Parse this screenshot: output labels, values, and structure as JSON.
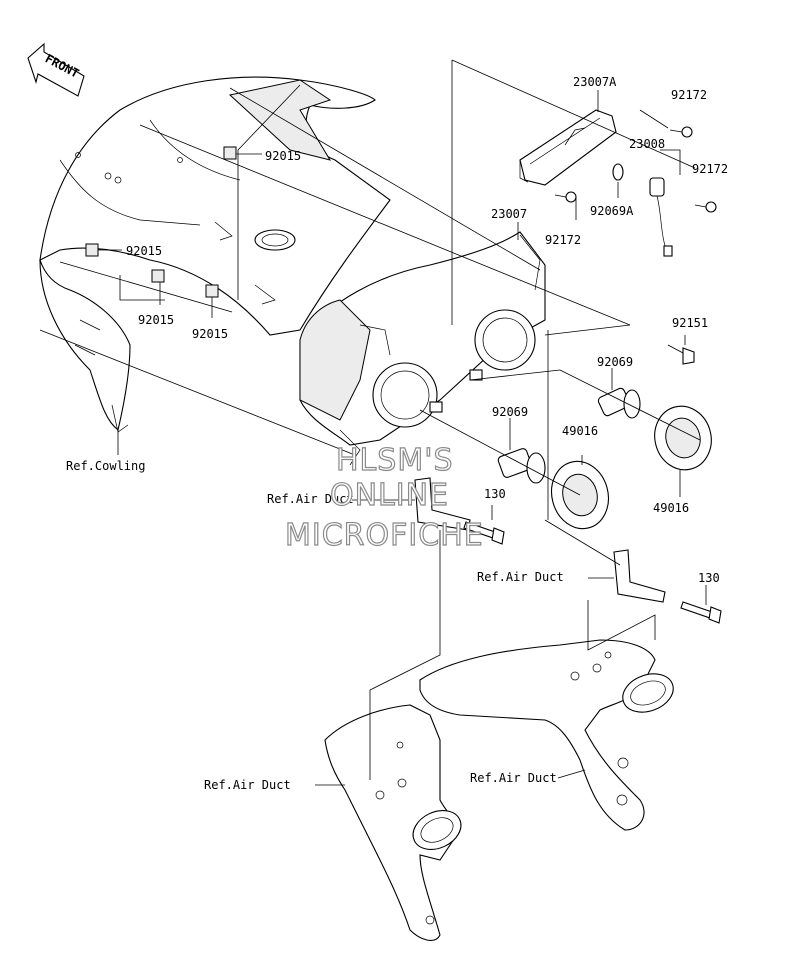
{
  "front_arrow": {
    "text": "FRONT",
    "icon": "front-arrow-icon"
  },
  "watermark": [
    "HLSM'S",
    "ONLINE",
    "MICROFICHE"
  ],
  "parts": {
    "p23007A": "23007A",
    "p92172_a": "92172",
    "p23008": "23008",
    "p92172_b": "92172",
    "p92069A": "92069A",
    "p92172_c": "92172",
    "p23007": "23007",
    "p92015_a": "92015",
    "p92015_b": "92015",
    "p92015_c": "92015",
    "p92015_d": "92015",
    "p92151": "92151",
    "p92069_a": "92069",
    "p92069_b": "92069",
    "p49016_a": "49016",
    "p49016_b": "49016",
    "p130_a": "130",
    "p130_b": "130"
  },
  "refs": {
    "cowling": "Ref.Cowling",
    "air_duct_a": "Ref.Air Duct",
    "air_duct_b": "Ref.Air Duct",
    "air_duct_c": "Ref.Air Duct",
    "air_duct_d": "Ref.Air Duct"
  }
}
